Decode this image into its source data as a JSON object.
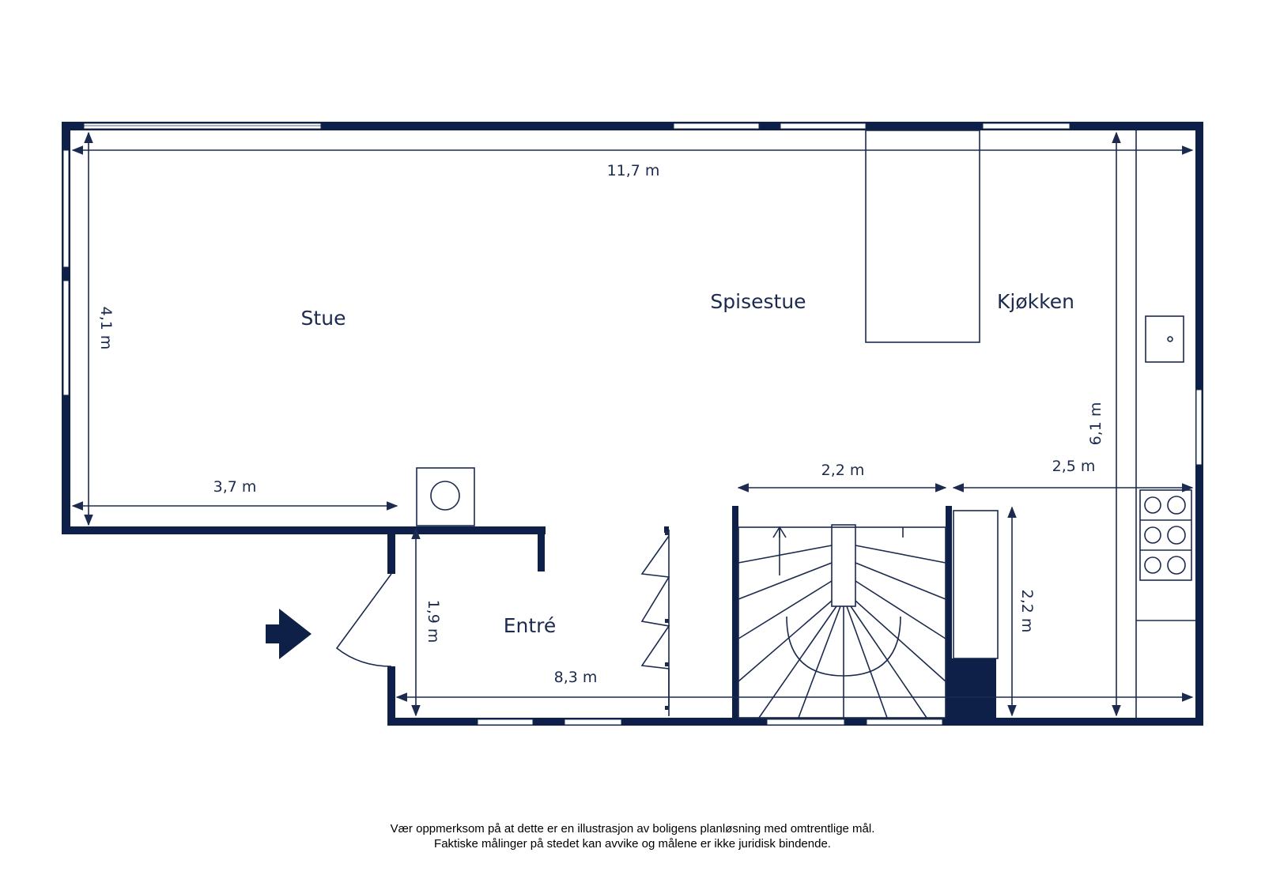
{
  "rooms": {
    "stue": "Stue",
    "spisestue": "Spisestue",
    "kjokken": "Kjøkken",
    "entre": "Entré"
  },
  "dimensions": {
    "total_width": "11,7 m",
    "stue_height": "4,1 m",
    "stue_width": "3,7 m",
    "stair_width": "2,2 m",
    "kitchen_width": "2,5 m",
    "kitchen_height": "6,1 m",
    "entre_height": "1,9 m",
    "entre_width": "8,3 m",
    "closet_height": "2,2 m"
  },
  "disclaimer": {
    "line1": "Vær oppmerksom på at dette er en illustrasjon av boligens planløsning med omtrentlige mål.",
    "line2": "Faktiske målinger på stedet kan avvike og målene er ikke juridisk bindende."
  },
  "colors": {
    "wall": "#0e2047",
    "text": "#1b2a4e"
  },
  "icons": {
    "entrance": "entrance-arrow-icon",
    "stove": "stove-icon",
    "sink": "sink-icon",
    "washer": "washing-machine-icon"
  }
}
